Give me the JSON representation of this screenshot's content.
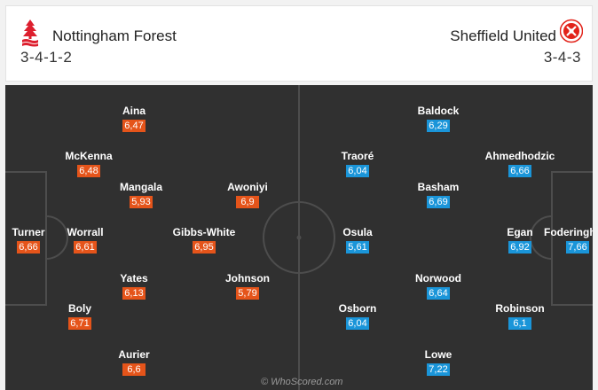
{
  "home": {
    "name": "Nottingham Forest",
    "formation": "3-4-1-2",
    "color": "#e5541a",
    "crest_icon": "nottingham-forest-crest-icon",
    "players": [
      {
        "name": "Turner",
        "rating": "6,66"
      },
      {
        "name": "McKenna",
        "rating": "6,48"
      },
      {
        "name": "Worrall",
        "rating": "6,61"
      },
      {
        "name": "Boly",
        "rating": "6,71"
      },
      {
        "name": "Aina",
        "rating": "6,47"
      },
      {
        "name": "Mangala",
        "rating": "5,93"
      },
      {
        "name": "Yates",
        "rating": "6,13"
      },
      {
        "name": "Aurier",
        "rating": "6,6"
      },
      {
        "name": "Gibbs-White",
        "rating": "6,95"
      },
      {
        "name": "Awoniyi",
        "rating": "6,9"
      },
      {
        "name": "Johnson",
        "rating": "5,79"
      }
    ]
  },
  "away": {
    "name": "Sheffield United",
    "formation": "3-4-3",
    "color": "#1a95d9",
    "crest_icon": "sheffield-united-crest-icon",
    "players": [
      {
        "name": "Foderingham",
        "rating": "7,66"
      },
      {
        "name": "Ahmedhodzic",
        "rating": "6,66"
      },
      {
        "name": "Egan",
        "rating": "6,92"
      },
      {
        "name": "Robinson",
        "rating": "6,1"
      },
      {
        "name": "Baldock",
        "rating": "6,29"
      },
      {
        "name": "Basham",
        "rating": "6,69"
      },
      {
        "name": "Norwood",
        "rating": "6,64"
      },
      {
        "name": "Lowe",
        "rating": "7,22"
      },
      {
        "name": "Traoré",
        "rating": "6,04"
      },
      {
        "name": "Osula",
        "rating": "5,61"
      },
      {
        "name": "Osborn",
        "rating": "6,04"
      }
    ]
  },
  "watermark": "© WhoScored.com"
}
